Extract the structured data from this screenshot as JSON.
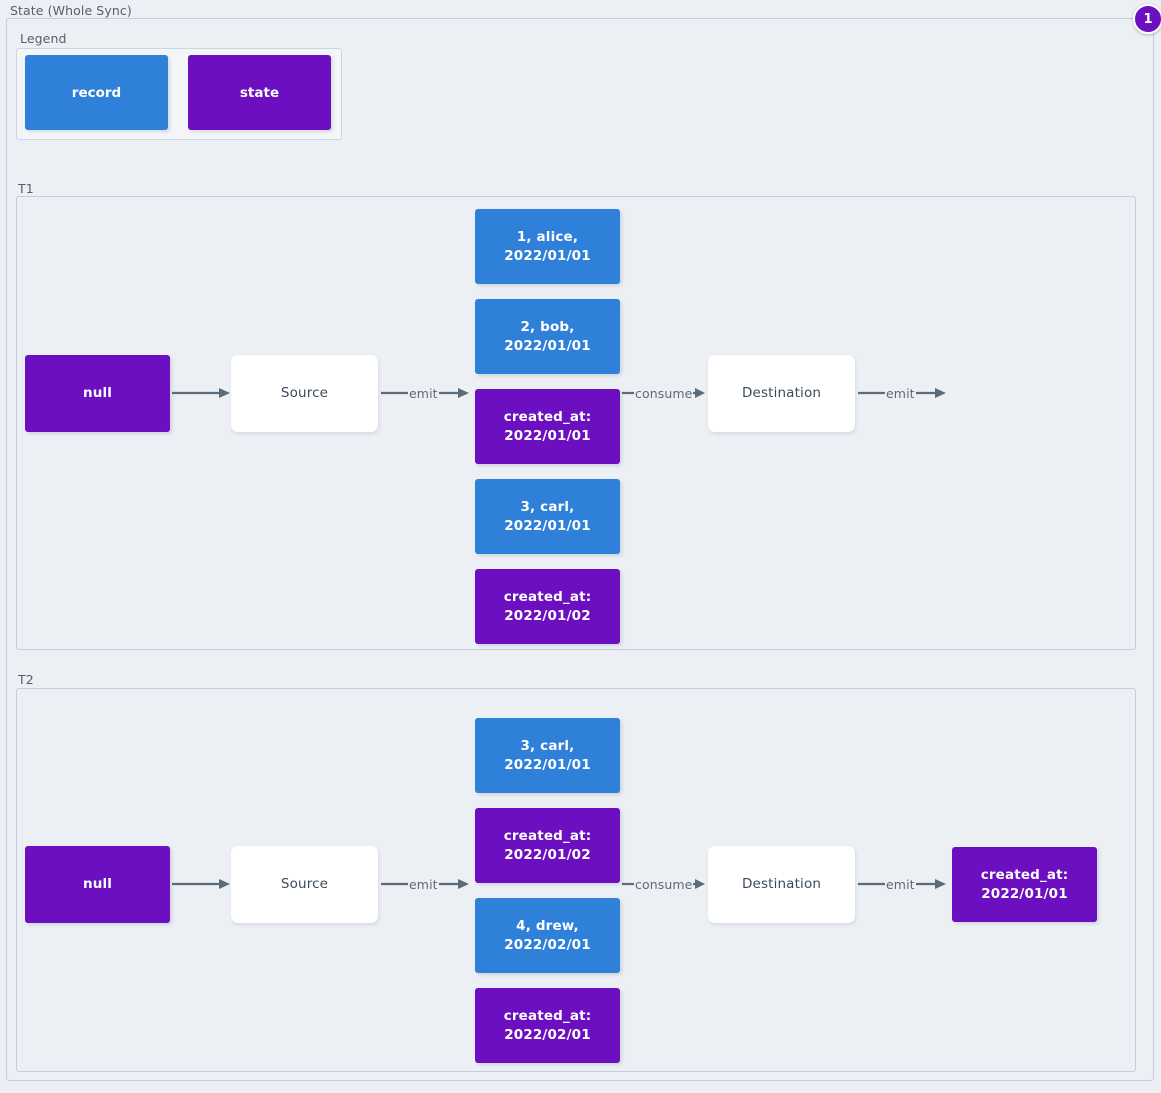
{
  "diagram": {
    "title": "State (Whole Sync)",
    "badge": "1",
    "colors": {
      "record": "#2e80d8",
      "state": "#6b0fc0",
      "process": "#ffffff",
      "background": "#eceff4",
      "border": "#c3ced9",
      "arrow": "#5c6b7a"
    }
  },
  "legend": {
    "label": "Legend",
    "items": [
      {
        "label": "record",
        "kind": "record"
      },
      {
        "label": "state",
        "kind": "state"
      }
    ]
  },
  "sections": [
    {
      "label": "T1",
      "nodes": {
        "initial_state": "null",
        "source": "Source",
        "destination": "Destination",
        "final_state": ""
      },
      "payload": [
        {
          "text": "1, alice, 2022/01/01",
          "kind": "record"
        },
        {
          "text": "2, bob, 2022/01/01",
          "kind": "record"
        },
        {
          "text": "created_at:\n2022/01/01",
          "kind": "state"
        },
        {
          "text": "3, carl, 2022/01/01",
          "kind": "record"
        },
        {
          "text": "created_at:\n2022/01/02",
          "kind": "state"
        }
      ],
      "arrows": [
        {
          "label": ""
        },
        {
          "label": "emit"
        },
        {
          "label": "consume"
        },
        {
          "label": "emit"
        }
      ]
    },
    {
      "label": "T2",
      "nodes": {
        "initial_state": "null",
        "source": "Source",
        "destination": "Destination",
        "final_state": "created_at:\n2022/01/01"
      },
      "payload": [
        {
          "text": "3, carl, 2022/01/01",
          "kind": "record"
        },
        {
          "text": "created_at:\n2022/01/02",
          "kind": "state"
        },
        {
          "text": "4, drew, 2022/02/01",
          "kind": "record"
        },
        {
          "text": "created_at:\n2022/02/01",
          "kind": "state"
        }
      ],
      "arrows": [
        {
          "label": ""
        },
        {
          "label": "emit"
        },
        {
          "label": "consume"
        },
        {
          "label": "emit"
        }
      ]
    }
  ]
}
